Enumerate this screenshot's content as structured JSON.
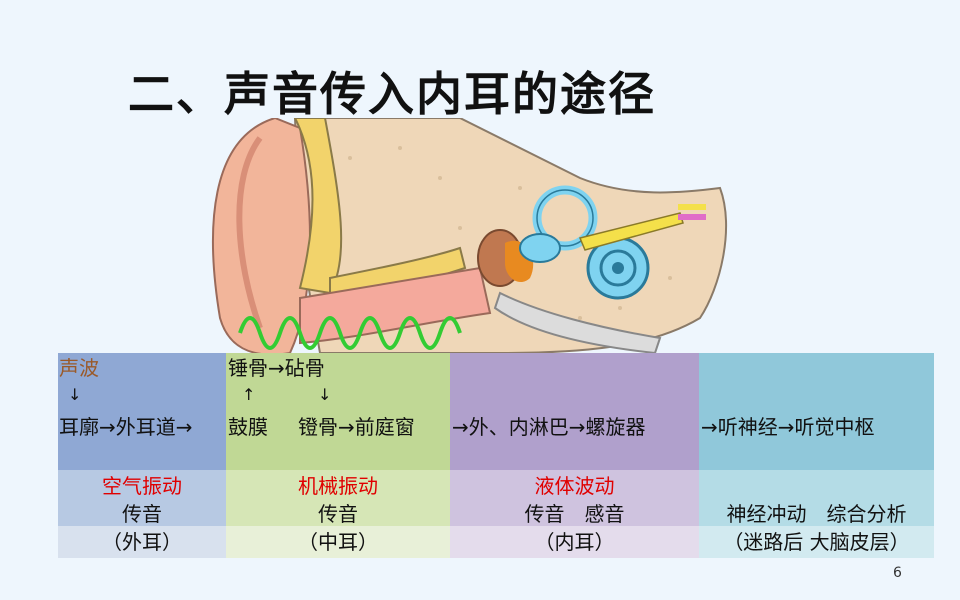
{
  "slide": {
    "title": "二、声音传入内耳的途径",
    "page_number": "6"
  },
  "flow": {
    "outer": {
      "sound_wave": "声波",
      "arrow_down": "↓",
      "path": "耳廓→外耳道→",
      "vibration": "空气振动",
      "function": "传音",
      "region": "（外耳）",
      "colors": {
        "top": "#8fa8d4",
        "mid": "#b7c9e3",
        "bottom": "#d8e1ee"
      }
    },
    "middle": {
      "top_line": "锤骨→砧骨",
      "arrow_up": "↑",
      "arrow_down": "↓",
      "drum": "鼓膜",
      "stapes_path": "镫骨→前庭窗",
      "vibration": "机械振动",
      "function": "传音",
      "region": "（中耳）",
      "colors": {
        "top": "#c0d895",
        "mid": "#d6e6b6",
        "bottom": "#e8f0d8"
      }
    },
    "inner": {
      "path": "→外、内淋巴→螺旋器",
      "vibration": "液体波动",
      "function": "传音　感音",
      "region": "（内耳）",
      "colors": {
        "top": "#b0a0cc",
        "mid": "#cfc3df",
        "bottom": "#e4dcec"
      }
    },
    "neural": {
      "path": "→听神经→听觉中枢",
      "function": "神经冲动　综合分析",
      "region": "（迷路后  大脑皮层）",
      "colors": {
        "top": "#90c8da",
        "mid": "#b4dce6",
        "bottom": "#d2eaf0"
      }
    }
  }
}
